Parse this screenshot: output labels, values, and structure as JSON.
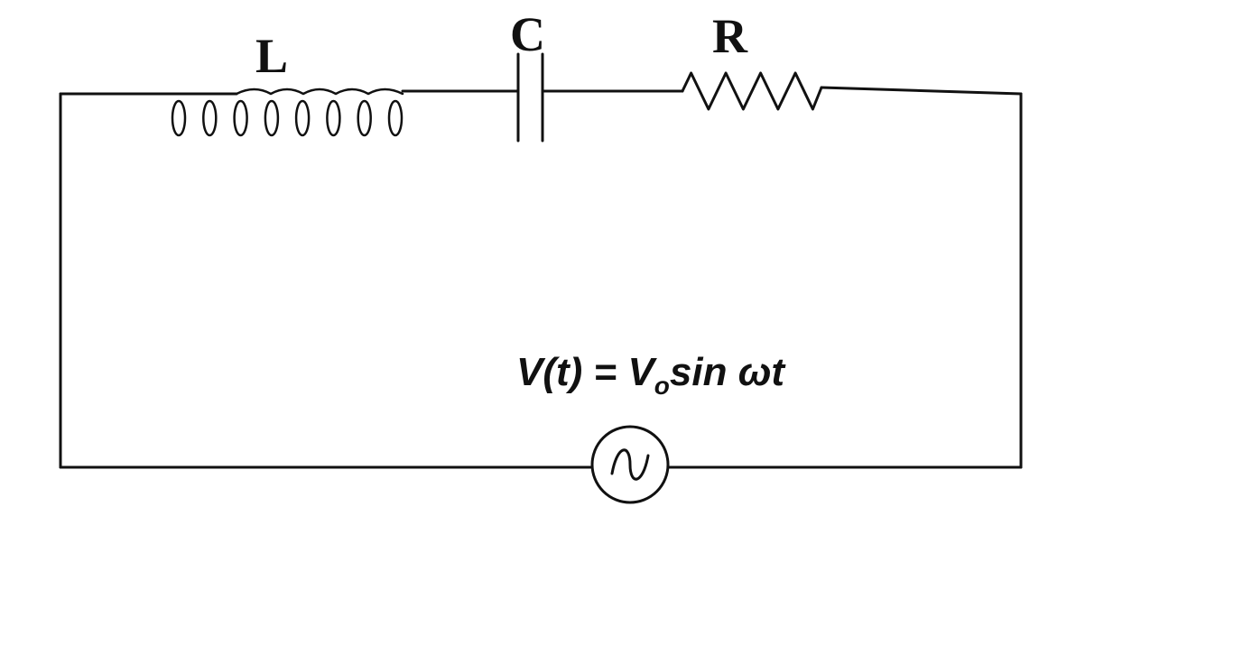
{
  "labels": {
    "inductor": "L",
    "capacitor": "C",
    "resistor": "R"
  },
  "source_equation": {
    "lhs": "V(t) = V",
    "subscript": "o",
    "rhs": "sin ωt"
  },
  "components": {
    "inductor_loops": 8,
    "resistor_peaks": 4
  },
  "colors": {
    "line": "#111111",
    "background": "#ffffff"
  },
  "icons": {
    "source": "sine-wave-icon"
  }
}
